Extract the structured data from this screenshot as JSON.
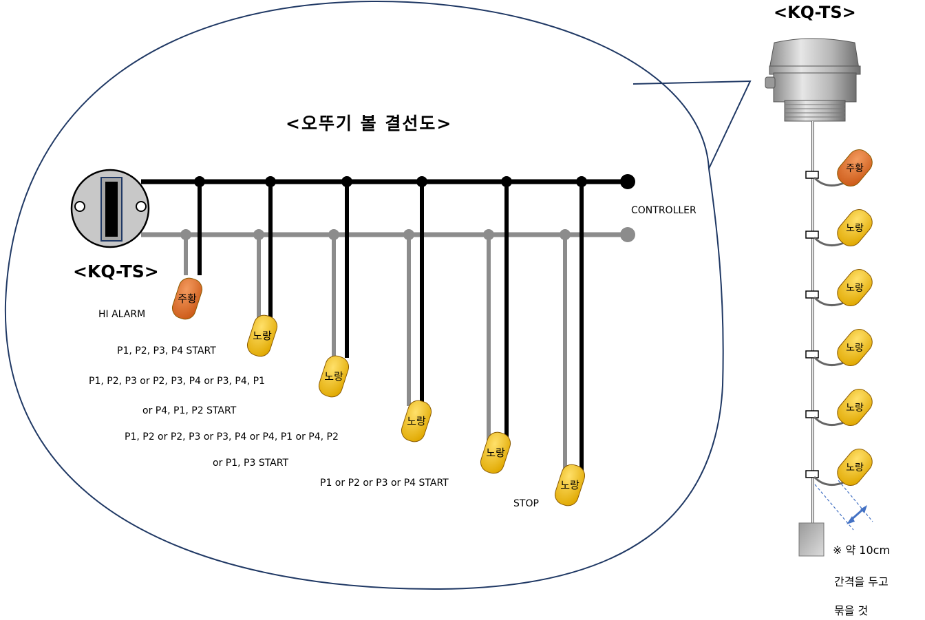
{
  "title": "<오뚜기 볼 결선도>",
  "sensor_label": "<KQ-TS>",
  "product_label": "<KQ-TS>",
  "controller_label": "CONTROLLER",
  "floats": [
    {
      "color_name": "주황",
      "color": "#E2732E",
      "caption_lines": [
        "HI ALARM"
      ]
    },
    {
      "color_name": "노랑",
      "color": "#F7C200",
      "caption_lines": [
        "P1, P2, P3, P4 START"
      ]
    },
    {
      "color_name": "노랑",
      "color": "#F7C200",
      "caption_lines": [
        "P1, P2, P3 or P2, P3, P4 or P3, P4, P1",
        "or P4, P1, P2 START"
      ]
    },
    {
      "color_name": "노랑",
      "color": "#F7C200",
      "caption_lines": [
        "P1, P2 or P2, P3 or P3, P4 or P4, P1 or P4, P2",
        "or P1, P3 START"
      ]
    },
    {
      "color_name": "노랑",
      "color": "#F7C200",
      "caption_lines": [
        "P1 or P2 or P3 or P4 START"
      ]
    },
    {
      "color_name": "노랑",
      "color": "#F7C200",
      "caption_lines": [
        "STOP"
      ]
    }
  ],
  "side_floats": [
    "주황",
    "노랑",
    "노랑",
    "노랑",
    "노랑",
    "노랑"
  ],
  "note_lines": [
    "※ 약 10cm",
    "간격을 두고",
    "묶을 것"
  ],
  "colors": {
    "black_wire": "#000000",
    "gray_wire": "#8C8C8C",
    "orange": "#E2732E",
    "yellow": "#F7C200"
  }
}
